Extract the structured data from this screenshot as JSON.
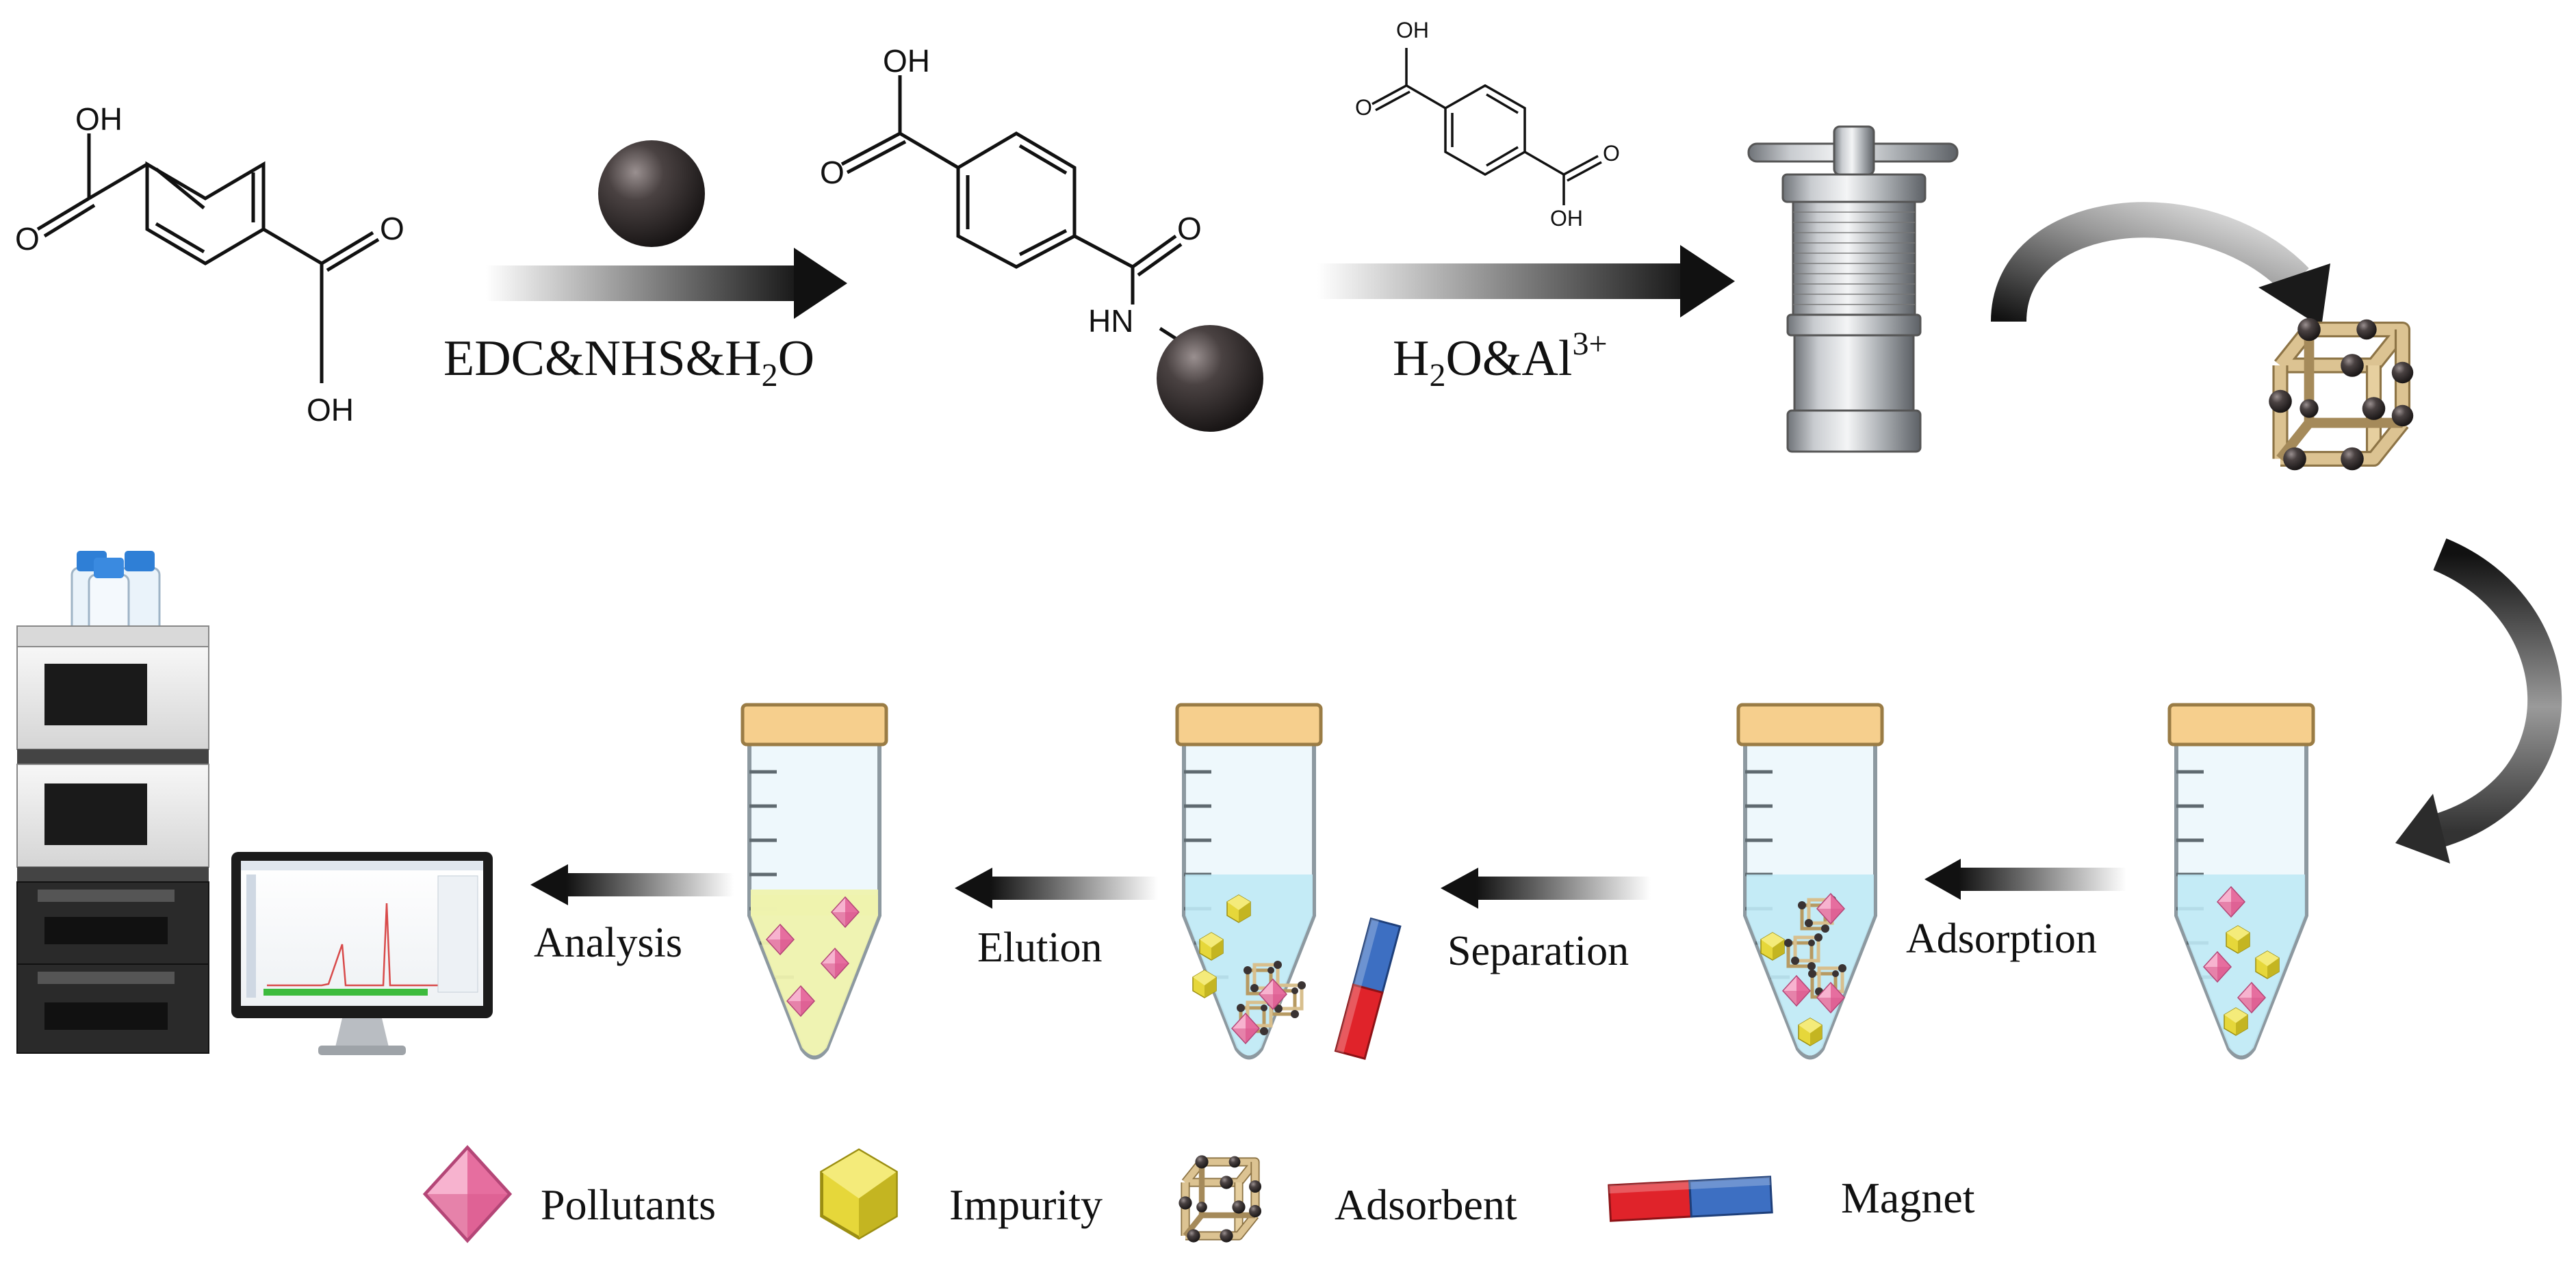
{
  "synthesis": {
    "molecule_left": {
      "oh_top": "OH",
      "o_left": "O",
      "o_right": "O",
      "oh_bottom": "OH"
    },
    "molecule_middle": {
      "oh_top": "OH",
      "o_left": "O",
      "o_right": "O",
      "nh": "HN"
    },
    "molecule_small": {
      "oh_top": "OH",
      "o_left": "O",
      "o_right": "O",
      "oh_bottom": "OH"
    },
    "step1_label": {
      "main": "EDC&NHS&H",
      "sub": "2",
      "tail": "O"
    },
    "step2_label": {
      "main": "H",
      "sub": "2",
      "mid": "O&Al",
      "sup": "3+"
    }
  },
  "process": {
    "steps": [
      "Adsorption",
      "Separation",
      "Elution",
      "Analysis"
    ]
  },
  "legend": {
    "items": [
      "Pollutants",
      "Impurity",
      "Adsorbent",
      "Magnet"
    ]
  },
  "colors": {
    "pollutant": "#f18bb4",
    "impurity": "#dccc2c",
    "frame": "#d8bf8d",
    "magnet_red": "#e0232a",
    "magnet_blue": "#3d6fc2",
    "tube_cap": "#f6cf8d",
    "liquid_blue": "#bfe9f5",
    "liquid_yellow": "#eef2ae"
  },
  "icons": [
    "nanoparticle-icon",
    "autoclave-icon",
    "mof-cube-icon",
    "centrifuge-tube-icon",
    "magnet-icon",
    "hplc-icon",
    "monitor-icon"
  ]
}
